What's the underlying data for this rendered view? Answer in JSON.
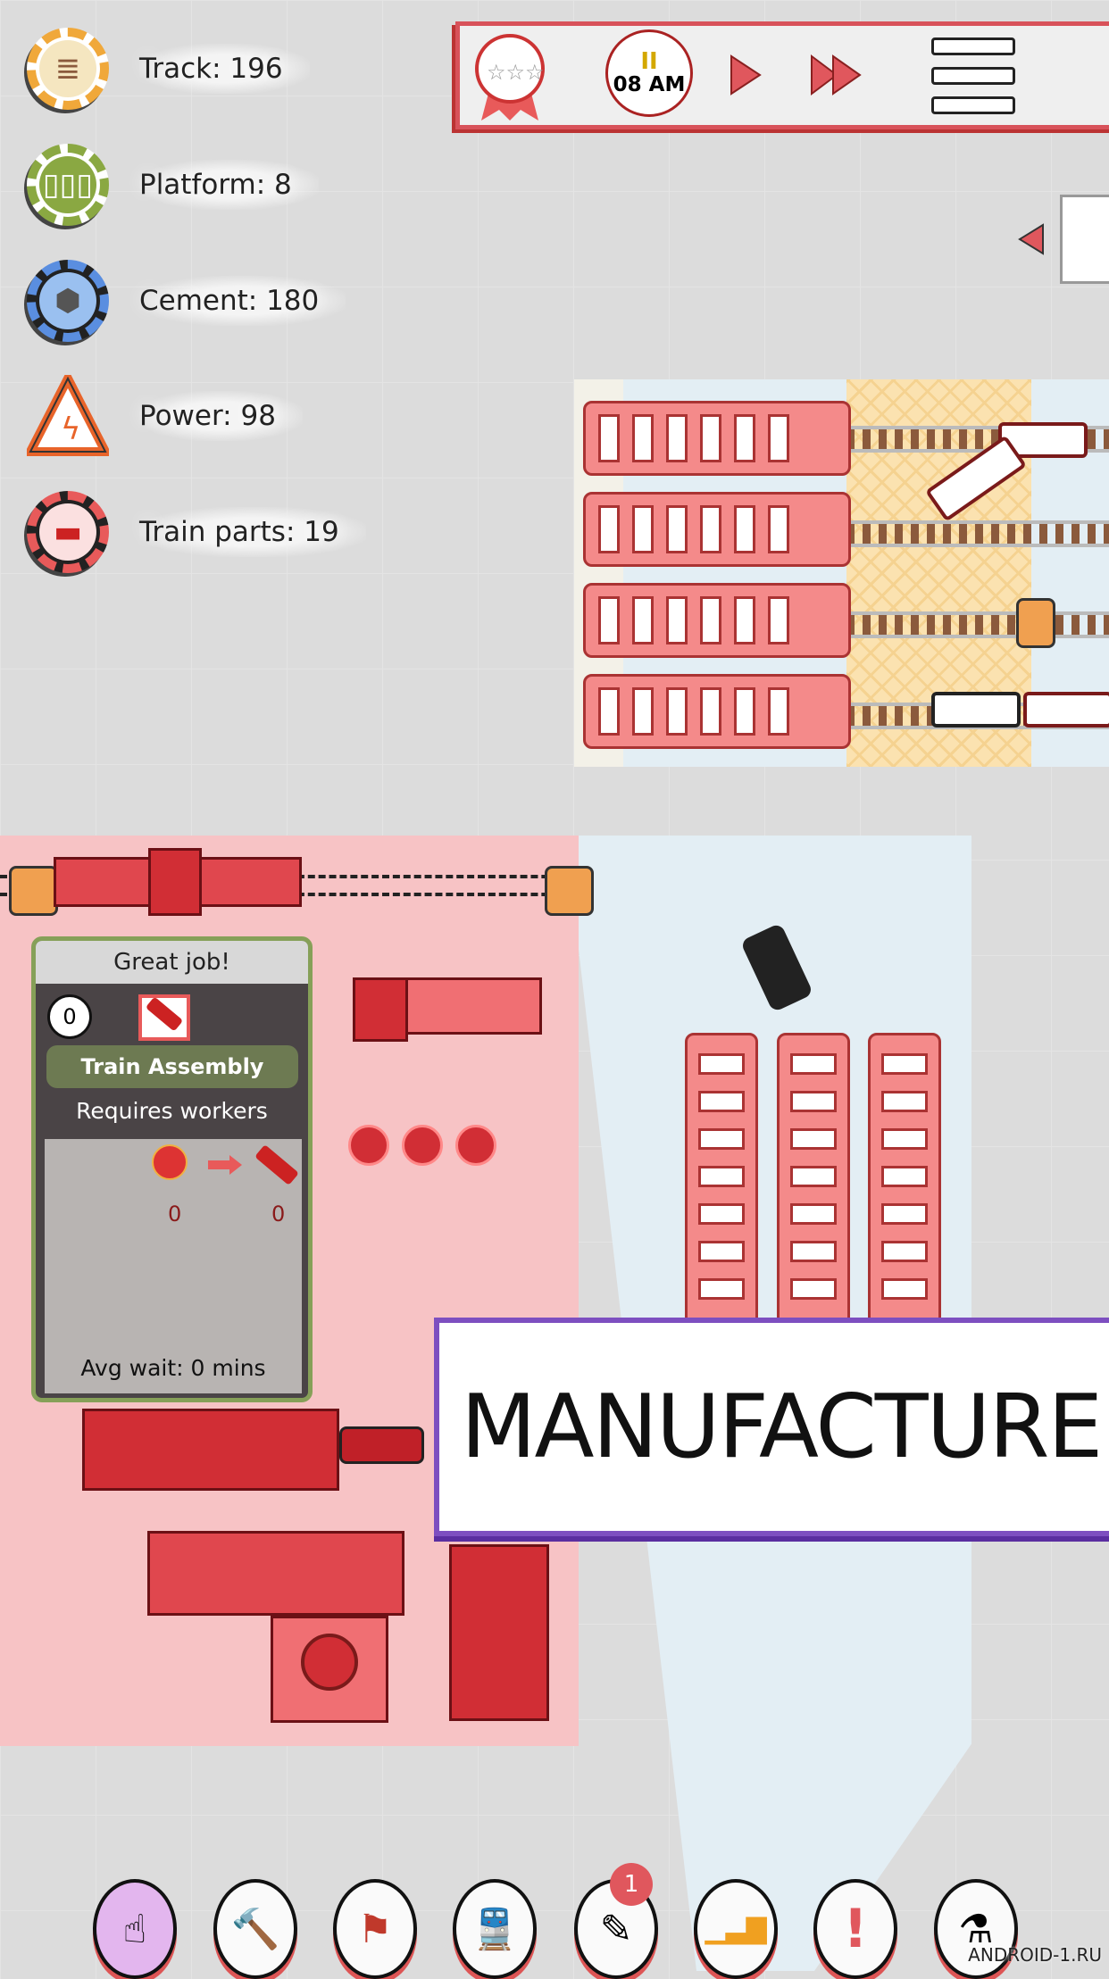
{
  "resources": [
    {
      "label": "Track: 196",
      "icon": "track-icon",
      "color": "#f0a83a",
      "inner": "#f5e6c0"
    },
    {
      "label": "Platform: 8",
      "icon": "platform-icon",
      "color": "#8aa842",
      "inner": "#8aa842"
    },
    {
      "label": "Cement: 180",
      "icon": "cement-icon",
      "color": "#5a8ee0",
      "inner": "#9ac0f0"
    },
    {
      "label": "Power: 98",
      "icon": "power-icon",
      "color": "#e8642a",
      "inner": "#fff"
    },
    {
      "label": "Train parts: 19",
      "icon": "train-parts-icon",
      "color": "#e85a5a",
      "inner": "#fbe0e0"
    }
  ],
  "topbar": {
    "time": "08 AM",
    "pause": "II"
  },
  "popup": {
    "title": "Great job!",
    "count": "0",
    "name": "Train Assembly",
    "status": "Requires workers",
    "input_count": "0",
    "output_count": "0",
    "avg_wait": "Avg wait: 0 mins"
  },
  "banner": {
    "text": "MANUFACTURE"
  },
  "toolbar": {
    "badge": "1",
    "items": [
      {
        "name": "select-tool",
        "glyph": "☝",
        "bg": "#e3b6ee"
      },
      {
        "name": "build-tool",
        "glyph": "🔨",
        "bg": "#fafafa"
      },
      {
        "name": "signal-tool",
        "glyph": "⚑",
        "bg": "#fafafa"
      },
      {
        "name": "trains-tool",
        "glyph": "🚆",
        "bg": "#fafafa"
      },
      {
        "name": "contracts-tool",
        "glyph": "✎",
        "bg": "#fafafa"
      },
      {
        "name": "stats-tool",
        "glyph": "▁▃▇",
        "bg": "#fafafa"
      },
      {
        "name": "alerts-tool",
        "glyph": "!",
        "bg": "#fafafa"
      },
      {
        "name": "research-tool",
        "glyph": "⚗",
        "bg": "#fafafa"
      }
    ]
  },
  "watermark": "ANDROID-1.RU"
}
